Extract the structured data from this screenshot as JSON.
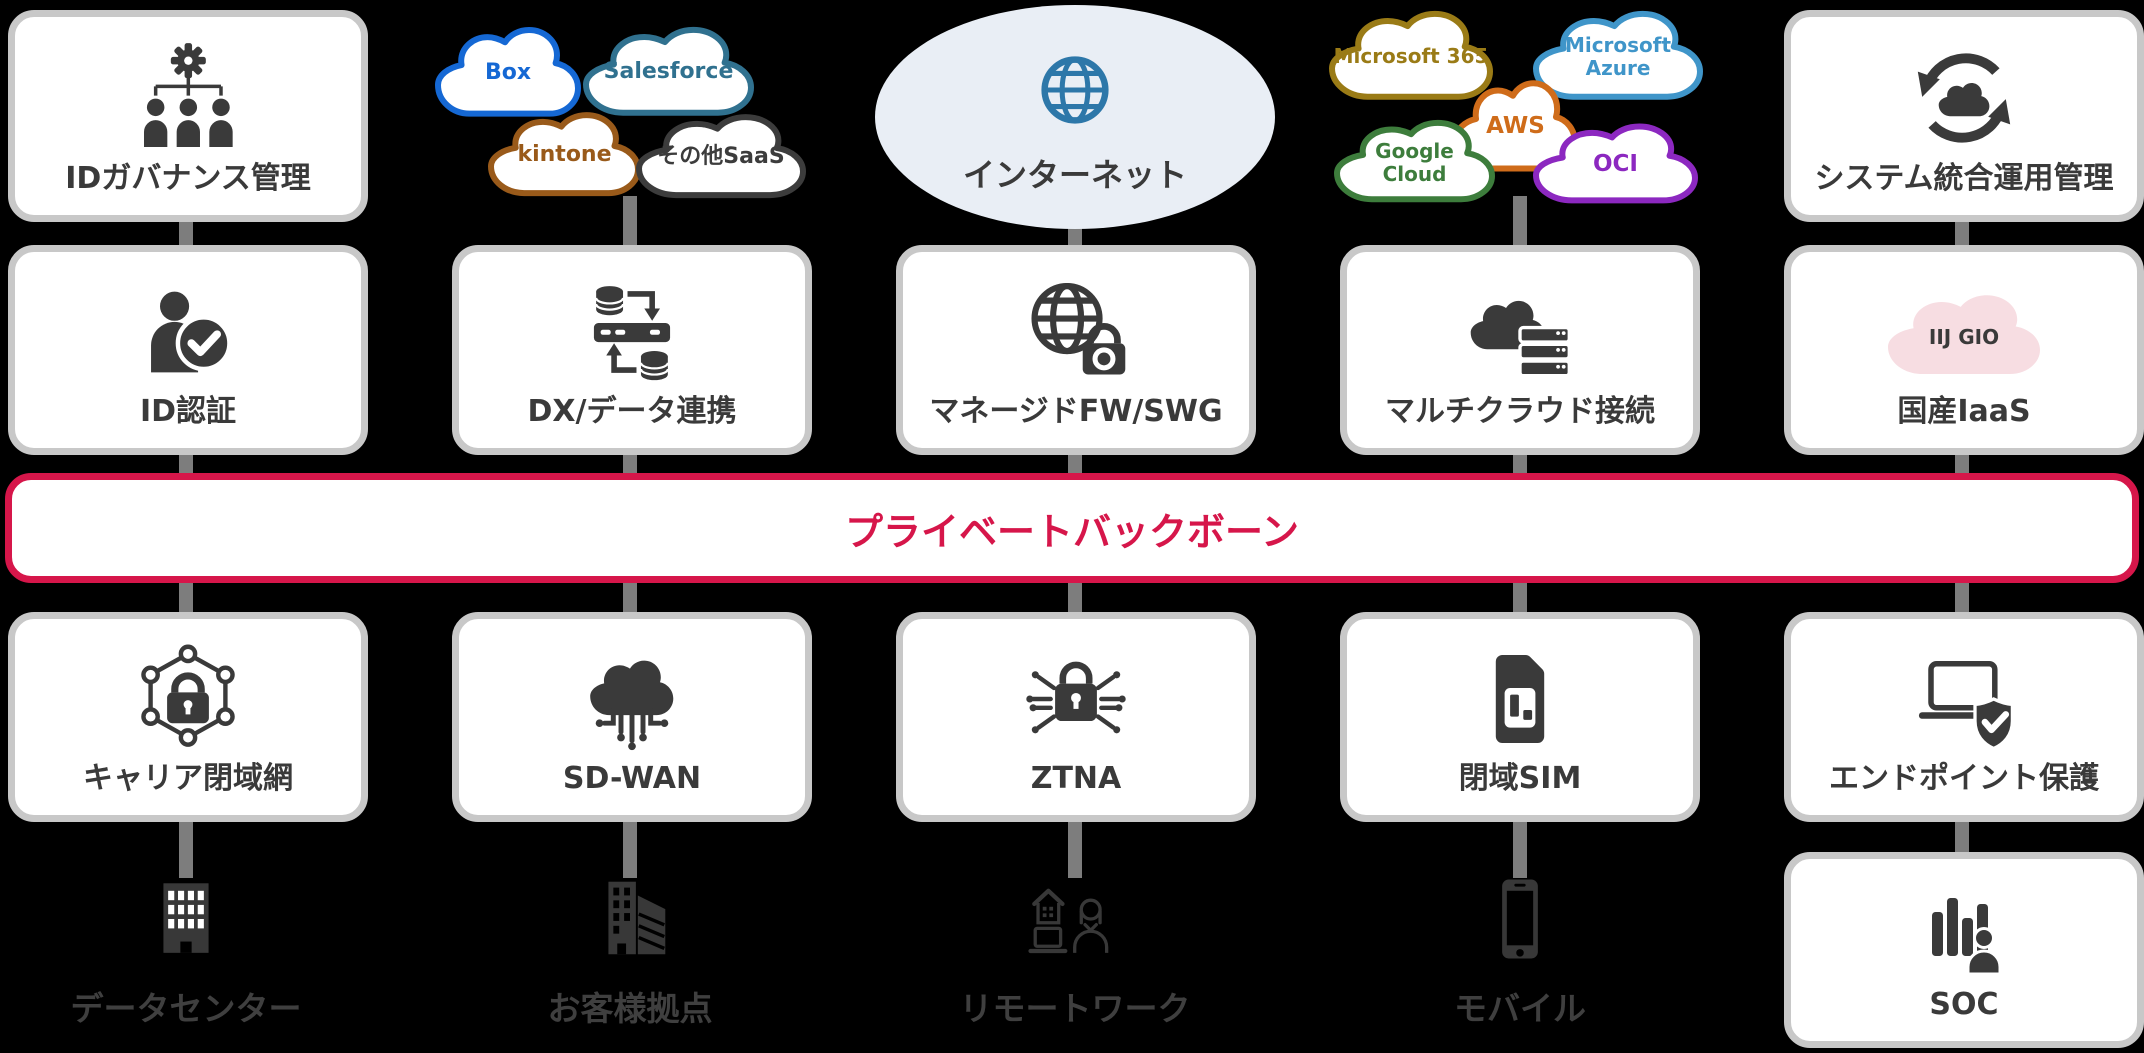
{
  "diagram": {
    "colors": {
      "background": "#000000",
      "box_border": "#c8c8c8",
      "connector": "#7d7d7d",
      "icon_dark": "#3a3a3a",
      "endpoint_label": "#3f3f3f",
      "internet_fill": "#e9eef5",
      "globe_blue": "#2d77a9",
      "backbone_red": "#d6164a",
      "gio_pink": "#f7dde2"
    },
    "backbone": {
      "label": "プライベートバックボーン"
    },
    "internet": {
      "label": "インターネット"
    },
    "saas_clouds": [
      {
        "label": "Box",
        "color": "#1568d4"
      },
      {
        "label": "Salesforce",
        "color": "#30718f"
      },
      {
        "label": "kintone",
        "color": "#995a1a"
      },
      {
        "label": "その他SaaS",
        "color": "#3c3c3c"
      }
    ],
    "provider_clouds": [
      {
        "label": "Microsoft 365",
        "color": "#9a7b16"
      },
      {
        "label": "Microsoft Azure",
        "color": "#3f95c9"
      },
      {
        "label": "AWS",
        "color": "#cf6c1a"
      },
      {
        "label": "Google Cloud",
        "color": "#3d7d3c"
      },
      {
        "label": "OCI",
        "color": "#8c28c0"
      }
    ],
    "gio_cloud": {
      "label": "IIJ GIO"
    },
    "boxes": {
      "id_governance": "IDガバナンス管理",
      "sys_ops": "システム統合運用管理",
      "id_auth": "ID認証",
      "dx": "DX/データ連携",
      "fw_swg": "マネージドFW/SWG",
      "multicloud": "マルチクラウド接続",
      "iaas": "国産IaaS",
      "carrier": "キャリア閉域網",
      "sdwan": "SD-WAN",
      "ztna": "ZTNA",
      "sim": "閉域SIM",
      "endpoint": "エンドポイント保護",
      "soc": "SOC"
    },
    "endpoints": {
      "datacenter": "データセンター",
      "office": "お客様拠点",
      "remote": "リモートワーク",
      "mobile": "モバイル"
    }
  }
}
